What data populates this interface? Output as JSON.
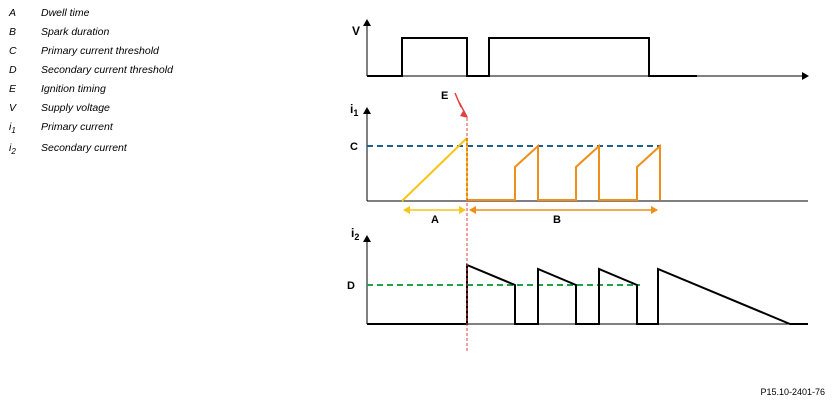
{
  "legend": {
    "items": [
      {
        "key": "A",
        "sub": "",
        "label": "Dwell time"
      },
      {
        "key": "B",
        "sub": "",
        "label": "Spark duration"
      },
      {
        "key": "C",
        "sub": "",
        "label": "Primary current threshold"
      },
      {
        "key": "D",
        "sub": "",
        "label": "Secondary current threshold"
      },
      {
        "key": "E",
        "sub": "",
        "label": "Ignition timing"
      },
      {
        "key": "V",
        "sub": "",
        "label": "Supply voltage"
      },
      {
        "key": "i",
        "sub": "1",
        "label": "Primary current"
      },
      {
        "key": "i",
        "sub": "2",
        "label": "Secondary current"
      }
    ]
  },
  "diagram": {
    "v_axis_label": "V",
    "i1_axis_label": "i",
    "i1_axis_sub": "1",
    "i2_axis_label": "i",
    "i2_axis_sub": "2",
    "threshold_c_label": "C",
    "threshold_d_label": "D",
    "ignition_label": "E",
    "dwell_label": "A",
    "spark_label": "B",
    "colors": {
      "signal": "#000000",
      "dwell_ramp": "#f5c518",
      "spark_current": "#ef8f1a",
      "threshold_c": "#1f5f8b",
      "threshold_d": "#22a04a",
      "ignition_marker": "#e04040"
    }
  },
  "reference": "P15.10-2401-76"
}
